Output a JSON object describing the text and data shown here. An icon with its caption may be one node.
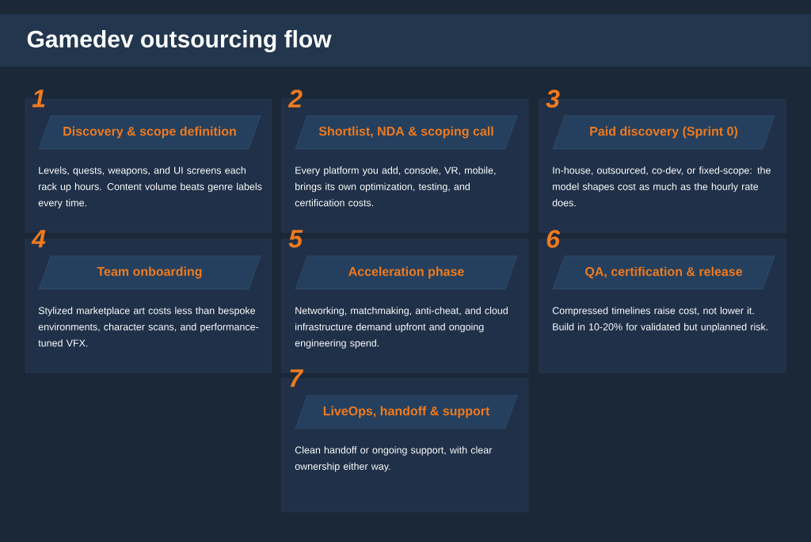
{
  "diagram": {
    "title": "Gamedev outsourcing flow",
    "nodes": [
      {
        "text": [
          "Discovery & scope definition",
          "Levels, quests, weapons, and UI screens each rack up hours. Content volume beats genre labels every time."
        ],
        "beside": [
          "1"
        ]
      },
      {
        "text": [
          "Shortlist, NDA & scoping call",
          "Every platform you add, console, VR, mobile, brings its own optimization, testing, and certification costs."
        ],
        "beside": [
          "2"
        ]
      },
      {
        "text": [
          "Paid discovery (Sprint 0)",
          "In-house, outsourced, co-dev, or fixed-scope: the model shapes cost as much as the hourly rate does."
        ],
        "beside": [
          "3"
        ]
      },
      {
        "text": [
          "Team onboarding",
          "Stylized marketplace art costs less than bespoke environments, character scans, and performance-tuned VFX."
        ],
        "beside": [
          "4"
        ]
      },
      {
        "text": [
          "Acceleration phase",
          "Networking, matchmaking, anti-cheat, and cloud infrastructure demand upfront and ongoing engineering spend."
        ],
        "beside": [
          "5"
        ]
      },
      {
        "text": [
          "QA, certification & release",
          "Compressed timelines raise cost, not lower it. Build in 10-20% for validated but unplanned risk."
        ],
        "beside": [
          "6"
        ]
      },
      {
        "text": [
          "LiveOps, handoff & support",
          "Clean handoff or ongoing support, with clear ownership either way."
        ],
        "beside": [
          "7"
        ]
      }
    ]
  }
}
